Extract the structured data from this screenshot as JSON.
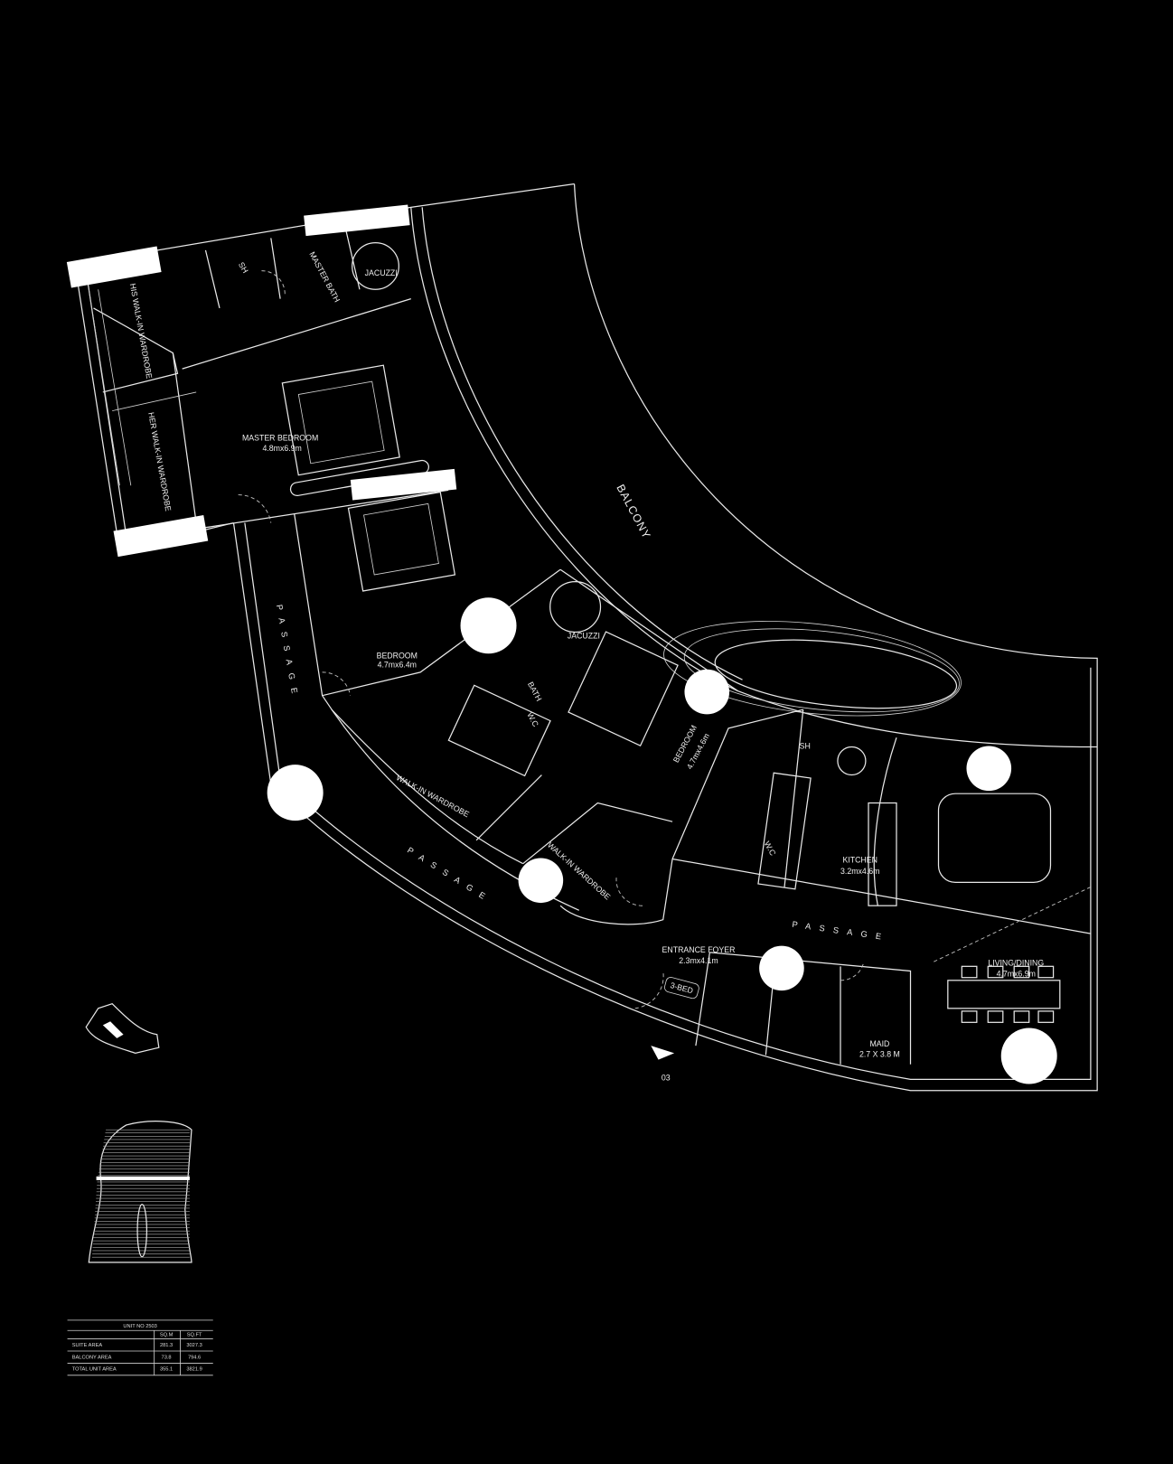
{
  "plan": {
    "balcony": "BALCONY",
    "passage_left": "PASSAGE",
    "passage_lower": "PASSAGE",
    "passage_right": "PASSAGE",
    "his_wardrobe": "HIS WALK-IN WARDROBE",
    "her_wardrobe": "HER WALK-IN WARDROBE",
    "shower": "SH",
    "master_bath": "MASTER BATH",
    "jacuzzi_master": "JACUZZI",
    "master_bedroom": {
      "name": "MASTER BEDROOM",
      "size": "4.8mx6.9m"
    },
    "bedroom_1": {
      "name": "BEDROOM",
      "size": "4.7mx6.4m"
    },
    "jacuzzi_bedroom": "JACUZZI",
    "bath": "BATH",
    "wc_1": "W.C",
    "walkin_1": "WALK-IN WARDROBE",
    "walkin_2": "WALK-IN WARDROBE",
    "bedroom_2": {
      "name": "BEDROOM",
      "size": "4.7mx4.6m"
    },
    "shower_2": "SH",
    "wc_2": "W.C",
    "kitchen": {
      "name": "KITCHEN",
      "size": "3.2mx4.6m"
    },
    "living": {
      "name": "LIVING/DINING",
      "size": "4.7mx6.9m"
    },
    "foyer": {
      "name": "ENTRANCE FOYER",
      "size": "2.3mx4.1m"
    },
    "unit_tag": "3-BED",
    "maid": {
      "name": "MAID",
      "size": "2.7 X 3.8 M"
    },
    "unit_number_tag": "03"
  },
  "area_table": {
    "title": "UNIT NO 2503",
    "headers": [
      "",
      "SQ.M",
      "SQ.FT"
    ],
    "rows": [
      {
        "label": "SUITE AREA",
        "sqm": "281.3",
        "sqft": "3027.3"
      },
      {
        "label": "BALCONY AREA",
        "sqm": "73.8",
        "sqft": "794.6"
      },
      {
        "label": "TOTAL UNIT AREA",
        "sqm": "355.1",
        "sqft": "3821.9"
      }
    ]
  },
  "colors": {
    "background": "#000000",
    "lines": "#e8e8e8",
    "mask": "#ffffff"
  }
}
